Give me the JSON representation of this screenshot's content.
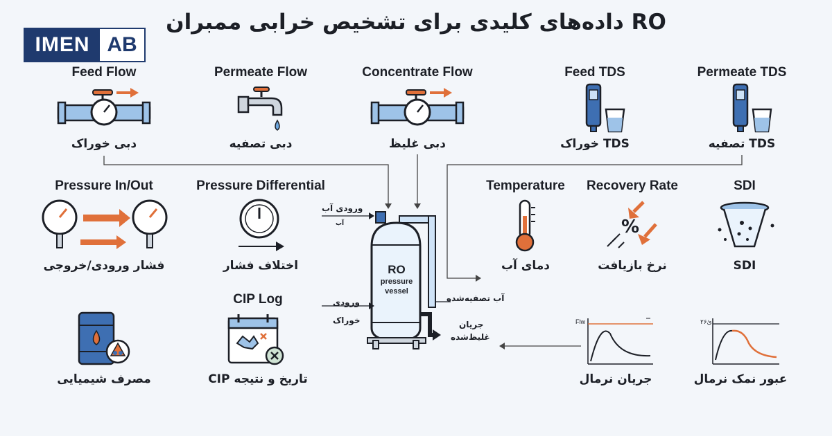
{
  "title": "داده‌های کلیدی برای تشخیص خرابی ممبران RO",
  "logo": {
    "part1": "IMEN",
    "part2": "AB"
  },
  "items": {
    "feed_flow": {
      "en": "Feed Flow",
      "fa": "دبی خوراک"
    },
    "permeate_flow": {
      "en": "Permeate Flow",
      "fa": "دبی تصفیه"
    },
    "concentrate_flow": {
      "en": "Concentrate Flow",
      "fa": "دبی غلیظ"
    },
    "feed_tds": {
      "en": "Feed TDS",
      "fa": "TDS خوراک"
    },
    "permeate_tds": {
      "en": "Permeate TDS",
      "fa": "TDS تصفیه"
    },
    "pressure_inout": {
      "en": "Pressure In/Out",
      "fa": "فشار ورودی/خروجی"
    },
    "pressure_diff": {
      "en": "Pressure Differential",
      "fa": "اختلاف فشار"
    },
    "temperature": {
      "en": "Temperature",
      "fa": "دمای آب"
    },
    "recovery": {
      "en": "Recovery Rate",
      "fa": "نرخ بازیافت"
    },
    "sdi": {
      "en": "SDI",
      "fa": "SDI"
    },
    "chemical": {
      "fa": "مصرف شیمیایی"
    },
    "cip": {
      "en": "CIP Log",
      "fa": "تاریخ و نتیجه CIP"
    },
    "norm_flow": {
      "fa": "جریان نرمال"
    },
    "norm_salt": {
      "fa": "عبور نمک نرمال"
    }
  },
  "vessel": {
    "name": "RO",
    "sub1": "pressure",
    "sub2": "vessel",
    "water_in": "ورودی آب",
    "water_in_small": "آب",
    "feed_in_1": "ورودی",
    "feed_in_2": "خوراک",
    "permeate_out": "آب تصفیه‌شده",
    "concentrate_1": "جریان",
    "concentrate_2": "غلیظ‌شده"
  },
  "graph_labels": {
    "flow_axis": "Flw",
    "salt_axis": "۲۶ئ"
  },
  "colors": {
    "navy": "#1f3a6e",
    "pipe_blue": "#9ec3e8",
    "orange": "#e0703a",
    "dark": "#1c1f26"
  }
}
